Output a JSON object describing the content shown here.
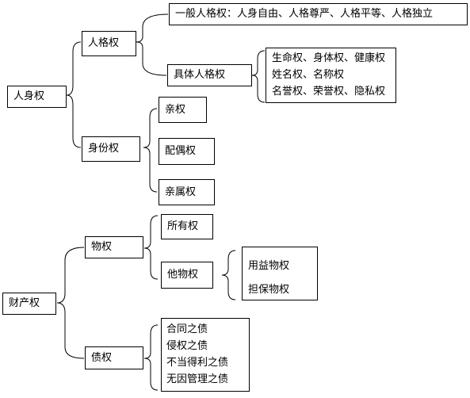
{
  "diagram": {
    "personal_rights": {
      "label": "人身权",
      "personality_rights": {
        "label": "人格权",
        "general": "一般人格权：人身自由、人格尊严、人格平等、人格独立",
        "specific": {
          "label": "具体人格权",
          "items": [
            "生命权、身体权、健康权",
            "姓名权、名称权",
            "名誉权、荣誉权、隐私权"
          ]
        }
      },
      "status_rights": {
        "label": "身份权",
        "items": [
          "亲权",
          "配偶权",
          "亲属权"
        ]
      }
    },
    "property_rights": {
      "label": "财产权",
      "real_rights": {
        "label": "物权",
        "ownership": "所有权",
        "other": {
          "label": "他物权",
          "items": [
            "用益物权",
            "担保物权"
          ]
        }
      },
      "creditor_rights": {
        "label": "债权",
        "items": [
          "合同之债",
          "侵权之债",
          "不当得利之债",
          "无因管理之债"
        ]
      }
    }
  }
}
